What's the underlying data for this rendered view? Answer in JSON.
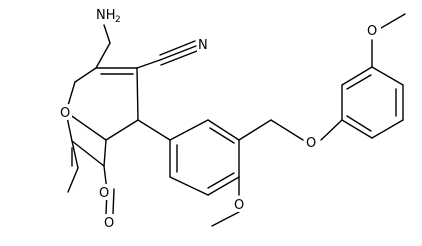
{
  "structure": {
    "atom_labels": {
      "amino_main": "NH",
      "amino_sub": "2",
      "nitrile_n": "N",
      "pyran_o": "O",
      "lactone_o": "O",
      "carbonyl_o": "O",
      "methoxy_o_lower": "O",
      "ether_o": "O",
      "methoxy_o_upper": "O"
    }
  }
}
